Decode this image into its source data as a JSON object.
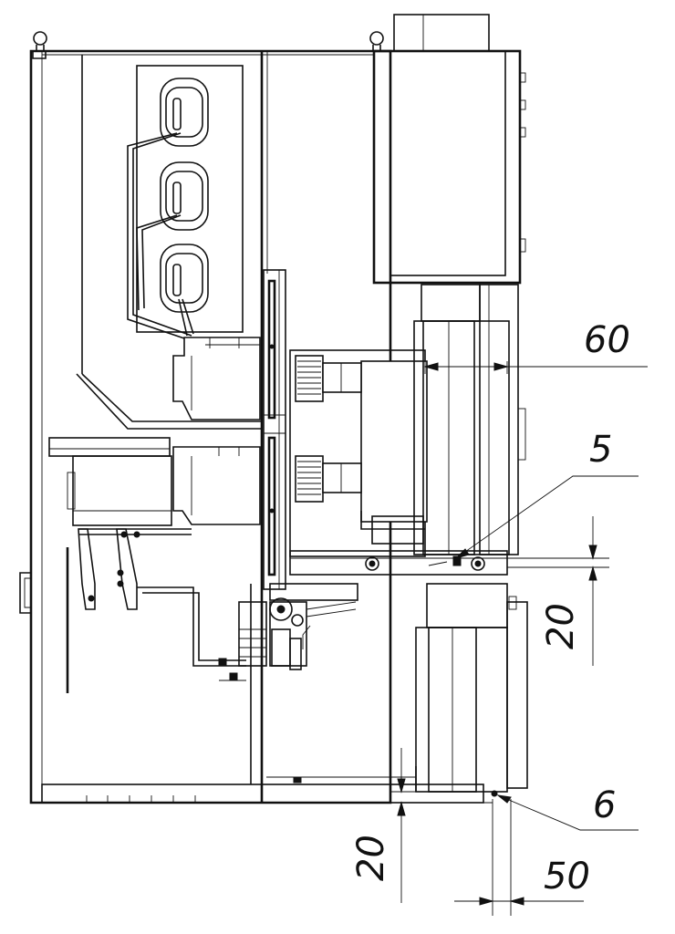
{
  "dimensions": {
    "d60": "60",
    "d5": "5",
    "d20_right": "20",
    "d6": "6",
    "d20_bottom": "20",
    "d50": "50"
  }
}
